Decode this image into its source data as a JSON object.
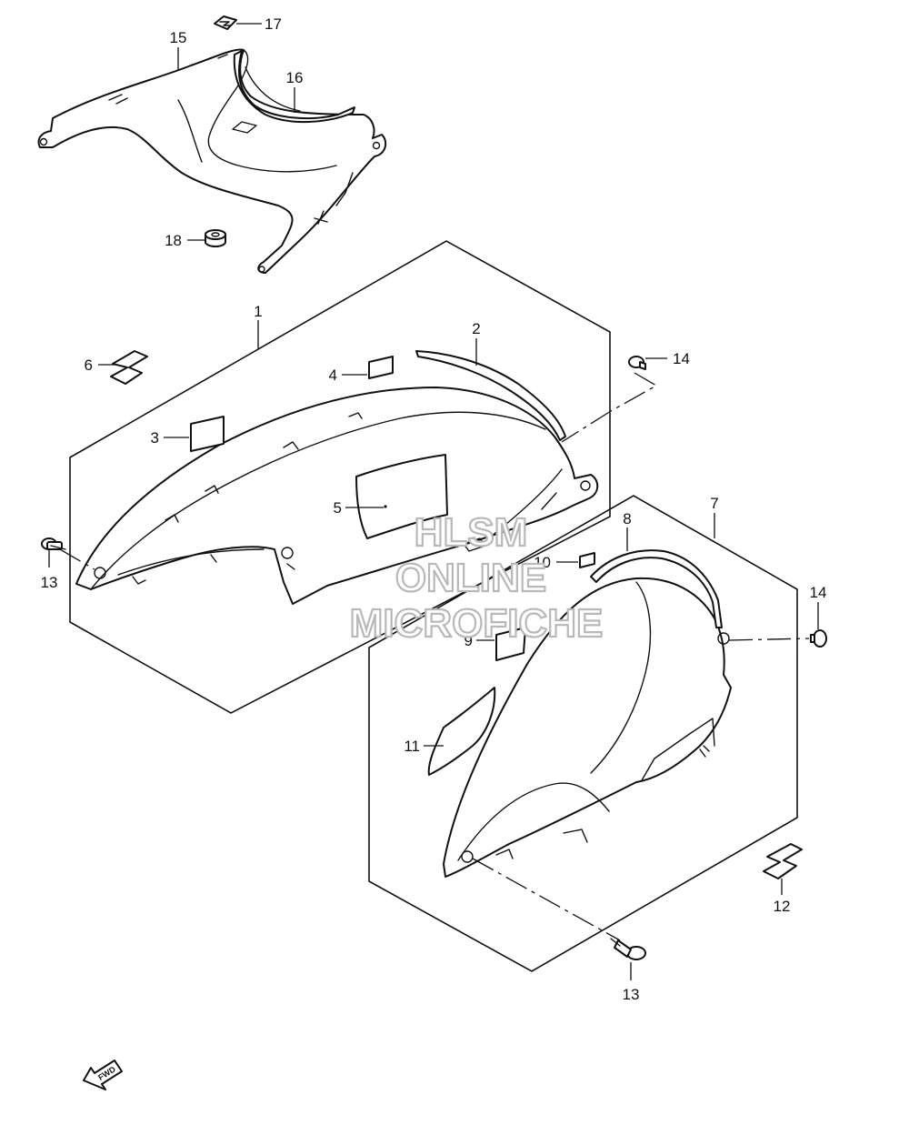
{
  "callouts": {
    "c1": "1",
    "c2": "2",
    "c3": "3",
    "c4": "4",
    "c5": "5",
    "c6": "6",
    "c7": "7",
    "c8": "8",
    "c9": "9",
    "c10": "10",
    "c11": "11",
    "c12": "12",
    "c13a": "13",
    "c13b": "13",
    "c14a": "14",
    "c14b": "14",
    "c15": "15",
    "c16": "16",
    "c17": "17",
    "c18": "18"
  },
  "watermark": {
    "line1": "HLSM",
    "line2": "ONLINE",
    "line3": "MICROFICHE"
  },
  "fwd_arrow": {
    "label": "FWD"
  },
  "colors": {
    "line": "#111111",
    "watermark_outline": "#b8b8b8",
    "background": "#ffffff"
  }
}
